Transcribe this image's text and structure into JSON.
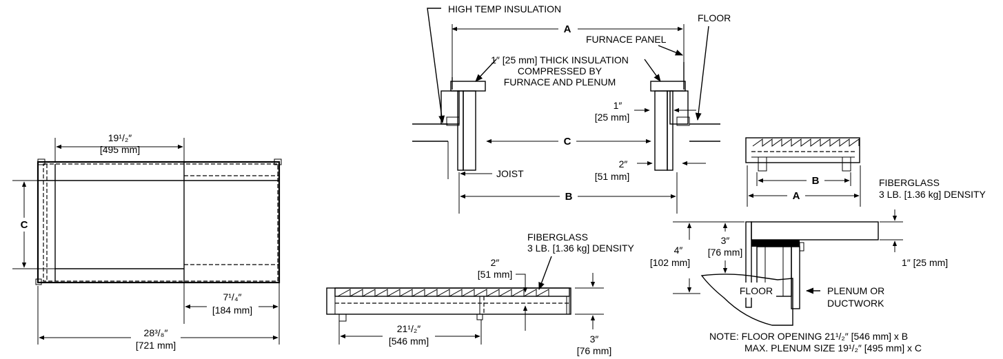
{
  "left_view": {
    "dim_top": "19¹/₂″",
    "dim_top_mm": "[495 mm]",
    "dim_c": "C",
    "dim_right": "7¹/₄″",
    "dim_right_mm": "[184 mm]",
    "dim_bottom": "28³/₈″",
    "dim_bottom_mm": "[721 mm]"
  },
  "section_view": {
    "high_temp": "HIGH TEMP INSULATION",
    "dim_a": "A",
    "furnace_panel": "FURNACE PANEL",
    "floor": "FLOOR",
    "insulation_1": "1″ [25 mm] THICK INSULATION",
    "insulation_2": "COMPRESSED BY",
    "insulation_3": "FURNACE AND PLENUM",
    "dim_1in": "1″",
    "dim_1in_mm": "[25 mm]",
    "dim_c": "C",
    "dim_2in": "2″",
    "dim_2in_mm": "[51 mm]",
    "joist": "JOIST",
    "dim_b": "B"
  },
  "bottom_view": {
    "fiberglass_1": "FIBERGLASS",
    "fiberglass_2": "3 LB. [1.36 kg] DENSITY",
    "dim_2in": "2″",
    "dim_2in_mm": "[51 mm]",
    "dim_len": "21¹/₂″",
    "dim_len_mm": "[546 mm]",
    "dim_3in": "3″",
    "dim_3in_mm": "[76 mm]"
  },
  "right_view": {
    "dim_b": "B",
    "dim_a": "A",
    "fiberglass_1": "FIBERGLASS",
    "fiberglass_2": "3 LB. [1.36 kg] DENSITY",
    "dim_4in": "4″",
    "dim_4in_mm": "[102 mm]",
    "dim_3in": "3″",
    "dim_3in_mm": "[76 mm]",
    "dim_1in": "1″ [25 mm]",
    "floor": "FLOOR",
    "plenum_1": "PLENUM OR",
    "plenum_2": "DUCTWORK",
    "note_1": "NOTE: FLOOR OPENING 21¹/₂″ [546 mm] x B",
    "note_2": "MAX. PLENUM SIZE 19¹/₂″ [495 mm] x C"
  }
}
